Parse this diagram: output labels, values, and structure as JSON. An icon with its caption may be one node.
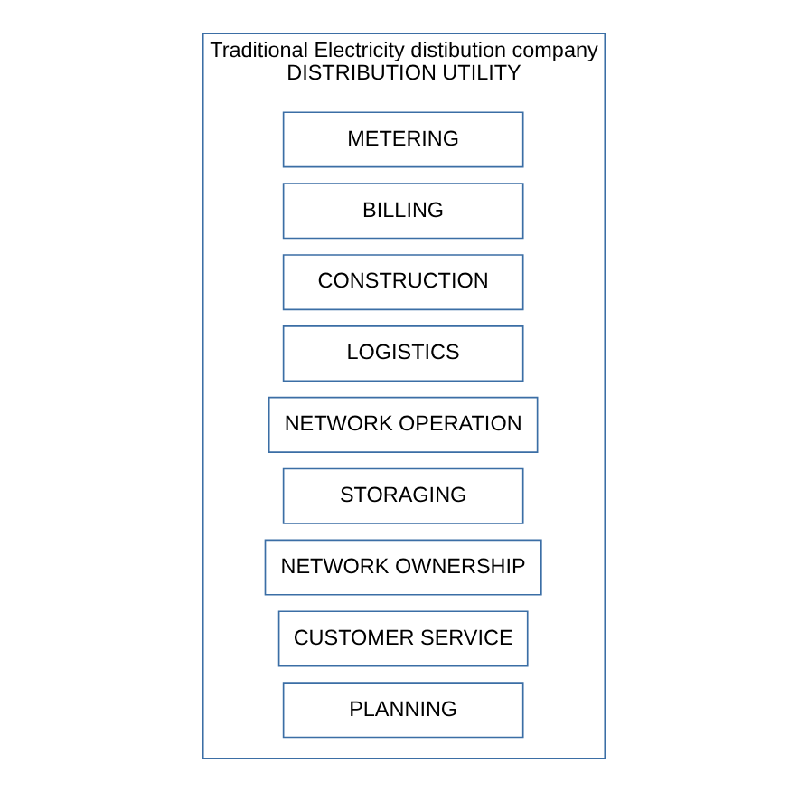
{
  "diagram": {
    "nodes": [
      {
        "text": [
          "Traditional Electricity distibution company",
          "DISTRIBUTION UTILITY"
        ]
      },
      {
        "text": [
          "METERING"
        ],
        "in": 0
      },
      {
        "text": [
          "BILLING"
        ],
        "in": 0
      },
      {
        "text": [
          "CONSTRUCTION"
        ],
        "in": 0
      },
      {
        "text": [
          "LOGISTICS"
        ],
        "in": 0
      },
      {
        "text": [
          "NETWORK OPERATION"
        ],
        "in": 0
      },
      {
        "text": [
          "STORAGING"
        ],
        "in": 0
      },
      {
        "text": [
          "NETWORK OWNERSHIP"
        ],
        "in": 0
      },
      {
        "text": [
          "CUSTOMER SERVICE"
        ],
        "in": 0
      },
      {
        "text": [
          "PLANNING"
        ],
        "in": 0
      }
    ],
    "edges": []
  }
}
